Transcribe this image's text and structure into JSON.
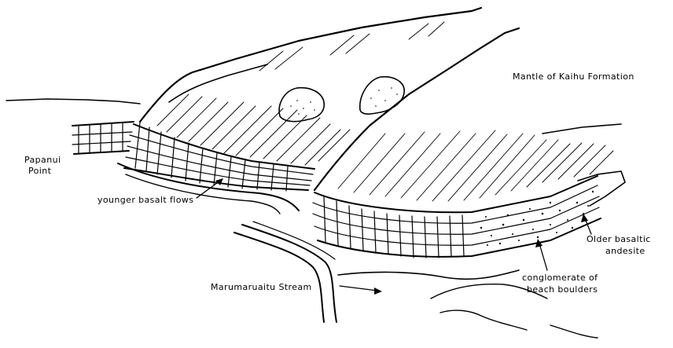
{
  "labels": {
    "mantle": "Mantle of Kaihu Formation",
    "papanui_line1": "Papanui",
    "papanui_line2": "Point",
    "younger_basalt": "younger basalt flows",
    "older_line1": "Older basaltic",
    "older_line2": "andesite",
    "stream": "Marumaruaitu Stream",
    "conglomerate_line1": "conglomerate of",
    "conglomerate_line2": "beach boulders"
  },
  "colors": {
    "ink": "#000000",
    "paper": "#ffffff"
  }
}
